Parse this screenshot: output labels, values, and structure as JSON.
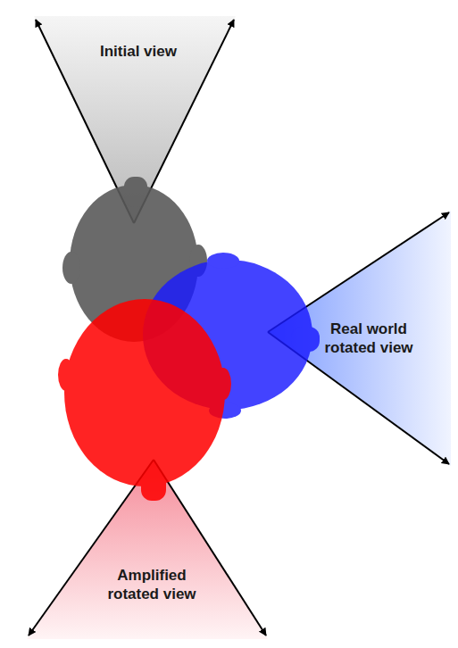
{
  "diagram": {
    "nodes": [
      {
        "text": [
          "Initial view"
        ]
      },
      {
        "text": [
          "Real world rotated view"
        ]
      },
      {
        "text": [
          "Amplified rotated view"
        ]
      }
    ]
  }
}
